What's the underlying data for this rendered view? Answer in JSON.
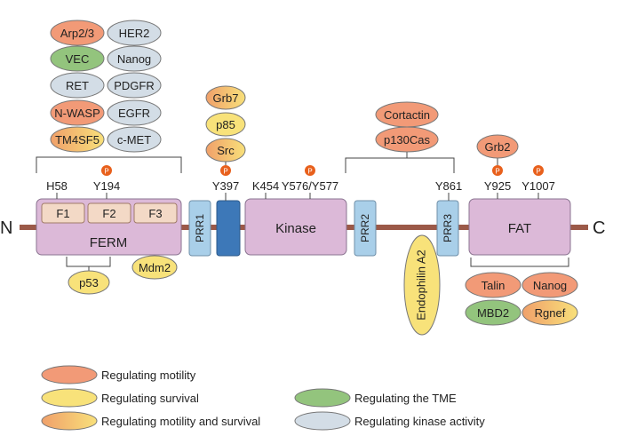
{
  "colors": {
    "motility": "#f29a77",
    "survival": "#f8e27a",
    "motility_survival_from": "#f0a06a",
    "motility_survival_to": "#f8e07a",
    "tme": "#93c47d",
    "kinase_activity": "#d3dde6",
    "domain_fill": "#dcb9d8",
    "prr_fill": "#a9cfe9",
    "sh_fill": "#3d78b8",
    "backbone": "#9b5948",
    "subdomain_fill": "#f3d9c6",
    "phospho": "#e8601c"
  },
  "termini": {
    "n": "N",
    "c": "C"
  },
  "domains": {
    "ferm": "FERM",
    "f1": "F1",
    "f2": "F2",
    "f3": "F3",
    "kinase": "Kinase",
    "fat": "FAT",
    "prr1": "PRR1",
    "prr2": "PRR2",
    "prr3": "PRR3"
  },
  "phospho_symbol": "P",
  "residues": {
    "h58": "H58",
    "y194": "Y194",
    "y397": "Y397",
    "k454": "K454",
    "y576": "Y576/Y577",
    "y861": "Y861",
    "y925": "Y925",
    "y1007": "Y1007"
  },
  "partners": {
    "arp23": "Arp2/3",
    "her2": "HER2",
    "vec": "VEC",
    "nanog_ferm": "Nanog",
    "ret": "RET",
    "pdgfr": "PDGFR",
    "nwasp": "N-WASP",
    "egfr": "EGFR",
    "tm4sf5": "TM4SF5",
    "cmet": "c-MET",
    "grb7": "Grb7",
    "p85": "p85",
    "src": "Src",
    "cortactin": "Cortactin",
    "p130cas": "p130Cas",
    "grb2": "Grb2",
    "p53": "p53",
    "mdm2": "Mdm2",
    "endophilin": "Endophilin A2",
    "talin": "Talin",
    "nanog_fat": "Nanog",
    "mbd2": "MBD2",
    "rgnef": "Rgnef"
  },
  "legend": {
    "motility": "Regulating motility",
    "survival": "Regulating survival",
    "motility_survival": "Regulating motility and survival",
    "tme": "Regulating the TME",
    "kinase_activity": "Regulating kinase activity"
  }
}
